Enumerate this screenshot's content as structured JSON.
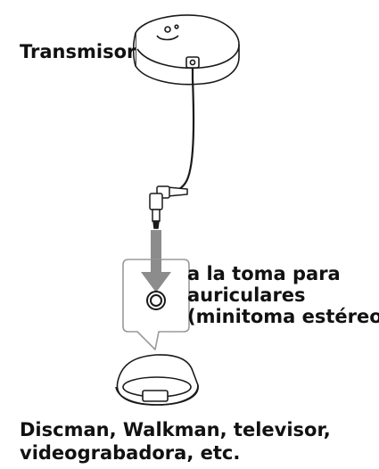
{
  "labels": {
    "transmitter": "Transmisor",
    "headphone_jack": [
      "a la toma para",
      "auriculares",
      "(minitoma estéreo)"
    ],
    "devices": [
      "Discman, Walkman, televisor,",
      "videograbadora, etc."
    ]
  },
  "colors": {
    "line": "#1a1a1a",
    "arrow": "#8c8c8c",
    "callout_border": "#9a9a9a"
  }
}
